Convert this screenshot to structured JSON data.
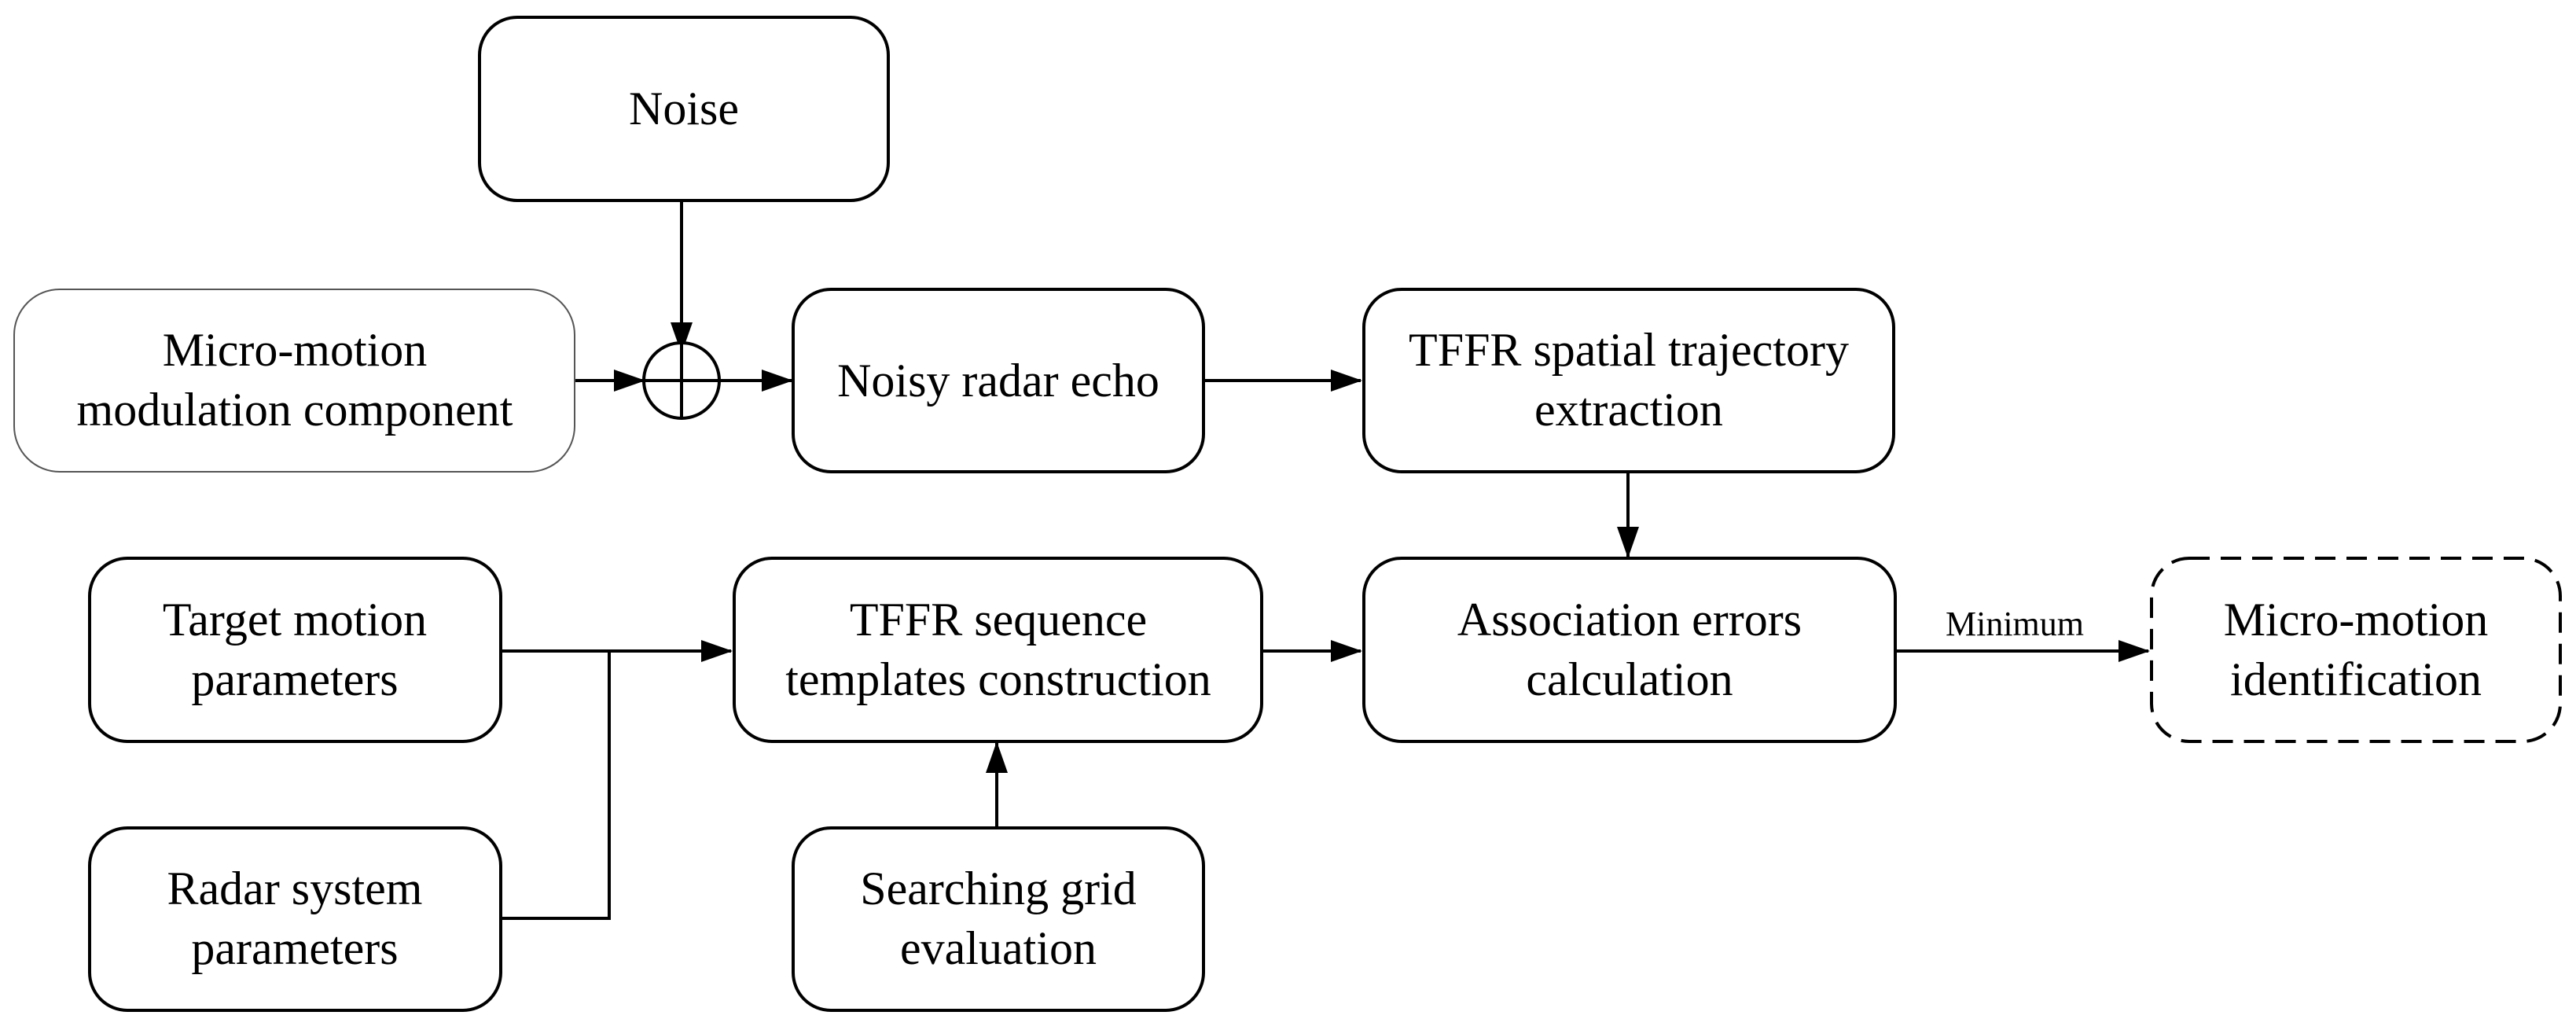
{
  "nodes": {
    "noise": {
      "lines": [
        "Noise"
      ]
    },
    "micro_motion_modulation": {
      "lines": [
        "Micro-motion",
        "modulation component"
      ]
    },
    "noisy_radar_echo": {
      "lines": [
        "Noisy radar echo"
      ]
    },
    "tffr_spatial_trajectory": {
      "lines": [
        "TFFR spatial trajectory",
        "extraction"
      ]
    },
    "target_motion_params": {
      "lines": [
        "Target motion",
        "parameters"
      ]
    },
    "radar_system_params": {
      "lines": [
        "Radar system",
        "parameters"
      ]
    },
    "tffr_sequence_templates": {
      "lines": [
        "TFFR sequence",
        "templates construction"
      ]
    },
    "searching_grid": {
      "lines": [
        "Searching grid",
        "evaluation"
      ]
    },
    "association_errors": {
      "lines": [
        "Association errors",
        "calculation"
      ]
    },
    "micro_motion_identification": {
      "lines": [
        "Micro-motion",
        "identification"
      ]
    }
  },
  "edges": {
    "minimum_label": "Minimum"
  }
}
